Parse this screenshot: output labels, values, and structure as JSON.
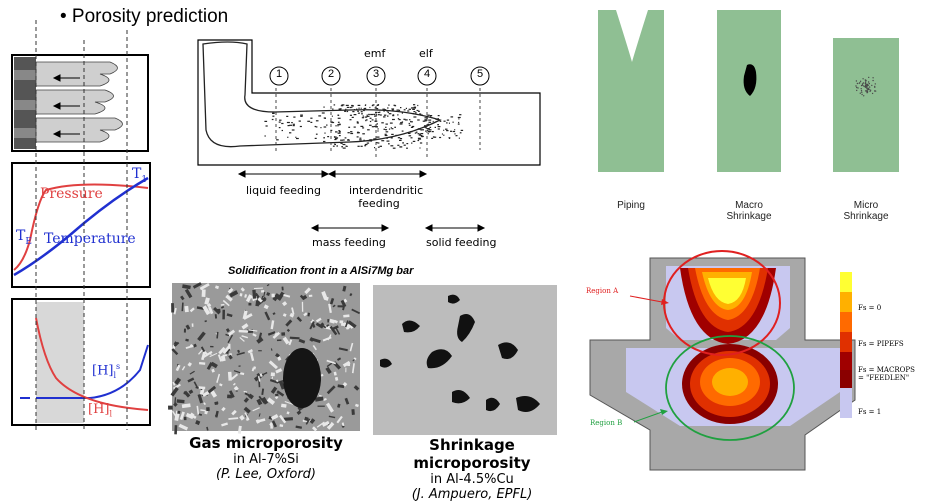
{
  "slide": {
    "title": "• Porosity prediction"
  },
  "left_panels": {
    "pressure_label": "Pressure",
    "temperature_label": "Temperature",
    "t1_label": "T",
    "t1_sub": "1",
    "te_label": "T",
    "te_sub": "E",
    "h_label_top": "[H]",
    "h_label_top_sup": "s",
    "h_label_top_sub": "l",
    "h_label_bottom": "[H]",
    "h_label_bottom_sub": "l"
  },
  "feeding": {
    "markers": [
      "1",
      "2",
      "3",
      "4",
      "5"
    ],
    "emf_label": "emf",
    "elf_label": "elf",
    "liquid_feeding": "liquid feeding",
    "interdendritic_feeding_1": "interdendritic",
    "interdendritic_feeding_2": "feeding",
    "mass_feeding": "mass feeding",
    "solid_feeding": "solid feeding",
    "caption": "Solidification front in a AlSi7Mg bar"
  },
  "micrographs": {
    "gas": {
      "title": "Gas microporosity",
      "alloy": "in Al-7%Si",
      "cite": "(P. Lee, Oxford)"
    },
    "shrinkage": {
      "title": "Shrinkage microporosity",
      "alloy": "in Al-4.5%Cu",
      "cite": "(J. Ampuero, EPFL)"
    }
  },
  "molds": {
    "items": [
      {
        "line1": "Piping",
        "line2": ""
      },
      {
        "line1": "Macro",
        "line2": "Shrinkage"
      },
      {
        "line1": "Micro",
        "line2": "Shrinkage"
      }
    ],
    "color": "#8fbf93"
  },
  "casting": {
    "region_a": "Region A",
    "region_b": "Region B",
    "legend": [
      {
        "label": "Fs = 0",
        "color": "#ffff33"
      },
      {
        "label": "",
        "color": "#ffb000"
      },
      {
        "label": "Fs = PIPEFS",
        "color": "#ff6a00"
      },
      {
        "label": "",
        "color": "#e03000"
      },
      {
        "label": "Fs = MACROPS",
        "color": "#a00000"
      },
      {
        "label": "= \"FEEDLEN\"",
        "color": "#8a0000"
      },
      {
        "label": "Fs = 1",
        "color": "#c8c8f0"
      }
    ]
  }
}
